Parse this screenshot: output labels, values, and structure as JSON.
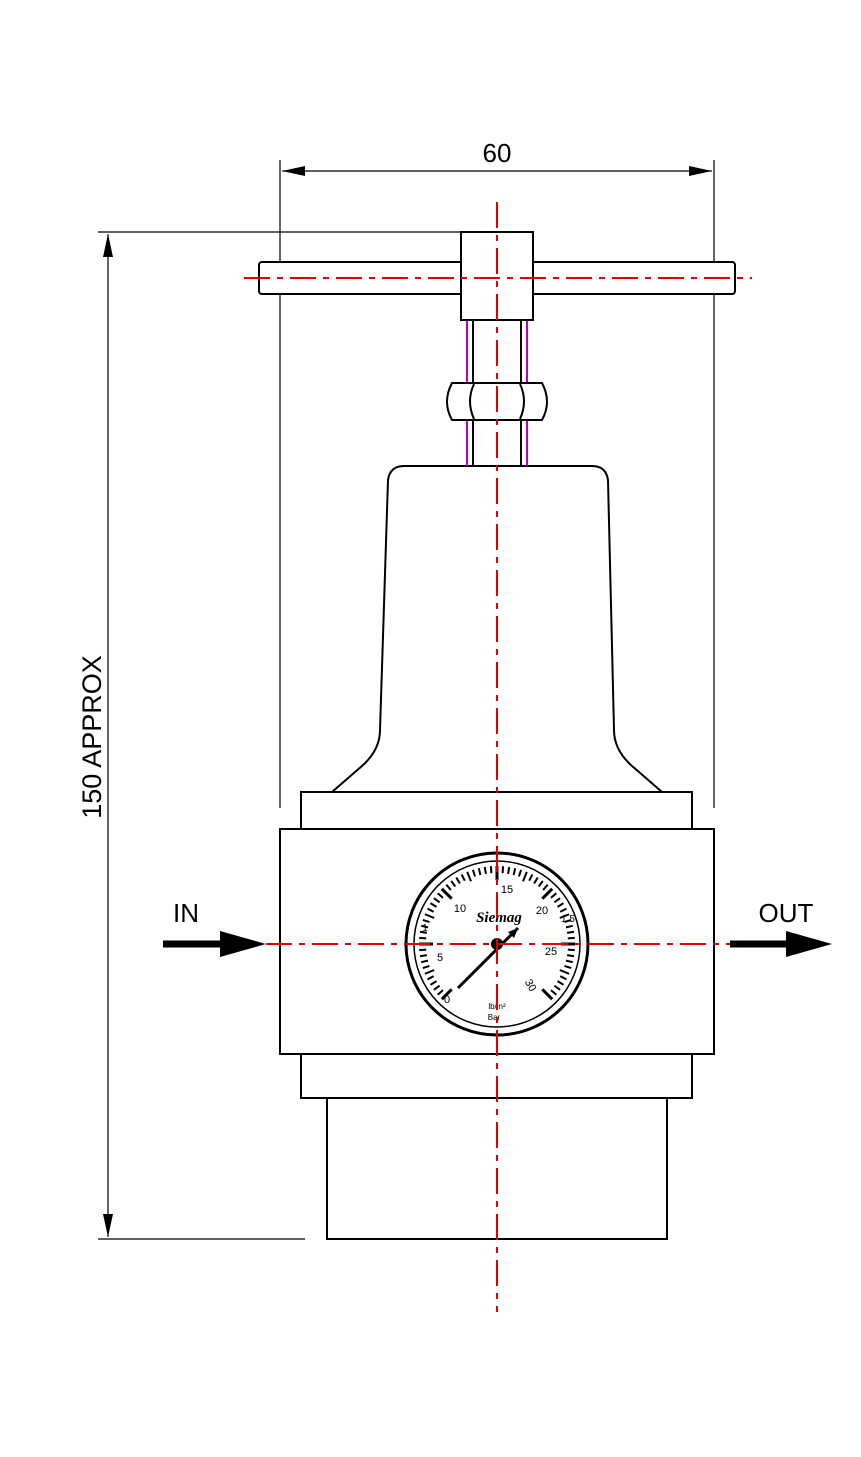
{
  "dimensions": {
    "width_label": "60",
    "height_label": "150 APPROX"
  },
  "ports": {
    "inlet_label": "IN",
    "outlet_label": "OUT"
  },
  "gauge": {
    "brand": "Siemag",
    "psi_ticks": [
      "0",
      "5",
      "10",
      "15",
      "20",
      "25",
      "30"
    ],
    "bar_ticks": [
      "1",
      "1.5"
    ],
    "unit_psi": "lb/in²",
    "unit_bar": "Bar"
  },
  "colors": {
    "outline": "#000000",
    "centerline": "#e00000",
    "stem": "#c000c0"
  }
}
